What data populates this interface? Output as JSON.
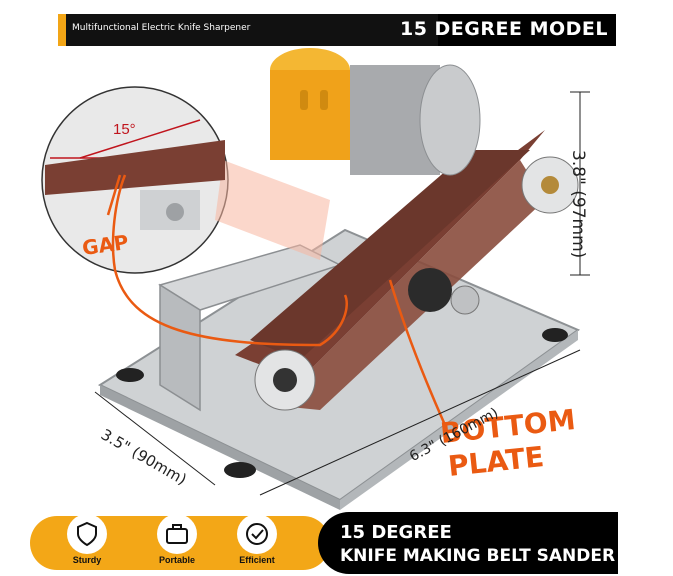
{
  "header": {
    "subtitle": "Multifunctional Electric Knife Sharpener",
    "model": "15 DEGREE MODEL"
  },
  "callout": {
    "angle_label": "15°",
    "gap_label": "GAP",
    "plate_label_line1": "BOTTOM",
    "plate_label_line2": "PLATE"
  },
  "dimensions": {
    "height": "3.8\" (97mm)",
    "width": "3.5\" (90mm)",
    "length": "6.3\" (160mm)"
  },
  "features": [
    {
      "label": "Sturdy",
      "icon": "shield-hand-icon"
    },
    {
      "label": "Portable",
      "icon": "briefcase-icon"
    },
    {
      "label": "Efficient",
      "icon": "gauge-icon"
    }
  ],
  "footer": {
    "title_line1": "15 DEGREE",
    "title_line2": "KNIFE MAKING BELT SANDER"
  },
  "colors": {
    "accent": "#f3a717",
    "annotation": "#ea5a12",
    "belt": "#7a3f33",
    "motor": "#f0a21a"
  }
}
